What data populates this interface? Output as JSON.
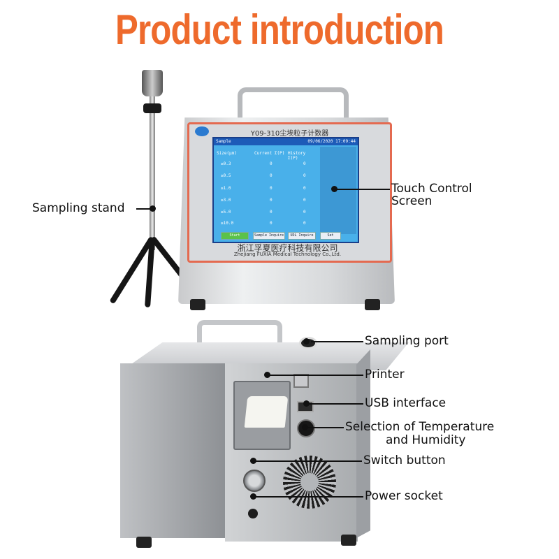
{
  "title": "Product introduction",
  "device_screen": {
    "model_title": "Y09-310尘埃粒子计数器",
    "header_left": "Sample",
    "header_right": "09/06/2020 17:09:44",
    "col_size": "Size(μm)",
    "col_current": "Current Σ(P)",
    "col_history": "History Σ(P)",
    "rows": [
      {
        "size": "≥0.3",
        "current": "0",
        "history": "0"
      },
      {
        "size": "≥0.5",
        "current": "0",
        "history": "0"
      },
      {
        "size": "≥1.0",
        "current": "0",
        "history": "0"
      },
      {
        "size": "≥3.0",
        "current": "0",
        "history": "0"
      },
      {
        "size": "≥5.0",
        "current": "0",
        "history": "0"
      },
      {
        "size": "≥10.0",
        "current": "0",
        "history": "0"
      }
    ],
    "buttons": [
      "Start",
      "Sample Inquire",
      "UDL Inquire",
      "Set"
    ],
    "brand_cn": "浙江孚夏医疗科技有限公司",
    "brand_en": "Zhejiang FUXIA Medical Technology Co.,Ltd."
  },
  "labels": {
    "touch_control": "Touch Control",
    "touch_control_2": "Screen",
    "sampling_stand": "Sampling stand",
    "sampling_port": "Sampling port",
    "printer": "Printer",
    "usb_interface": "USB interface",
    "selection_temp": "Selection of Temperature",
    "selection_temp_2": "and Humidity",
    "switch_button": "Switch button",
    "power_socket": "Power socket"
  },
  "colors": {
    "title": "#ee6a2c",
    "screen": "#49b0ea",
    "panel_frame": "#e46a50"
  }
}
